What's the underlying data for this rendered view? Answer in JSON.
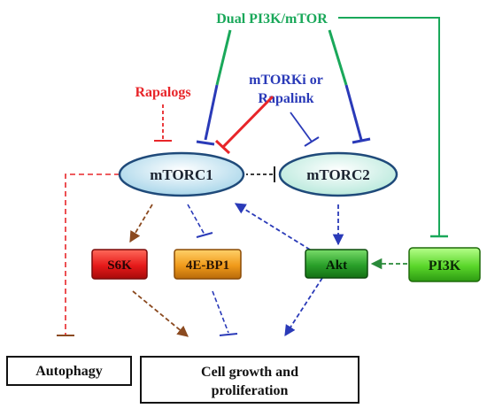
{
  "inhibitors": {
    "dual": "Dual PI3K/mTOR",
    "rapalogs": "Rapalogs",
    "mtorki_line1": "mTORKi or",
    "mtorki_line2": "Rapalink"
  },
  "nodes": {
    "mtorc1": "mTORC1",
    "mtorc2": "mTORC2",
    "s6k": "S6K",
    "eif4ebp1": "4E-BP1",
    "akt": "Akt",
    "pi3k": "PI3K"
  },
  "outcomes": {
    "autophagy": "Autophagy",
    "growth_line1": "Cell growth and",
    "growth_line2": "proliferation"
  },
  "colors": {
    "dual": "#1aa85a",
    "rapalogs": "#e8262a",
    "mtorki": "#2a3ab8",
    "mtorc_fill_top": "#ffffff",
    "mtorc1_fill": "#b7dfee",
    "mtorc2_fill": "#c8eee4",
    "mtorc_border": "#1f4a7a",
    "s6k": "#e62020",
    "eif4ebp1": "#f0a020",
    "akt": "#2aa02a",
    "pi3k": "#55d62a",
    "brown": "#8b4a20",
    "blue": "#2a3ab8",
    "green": "#2a8a3a",
    "dark": "#222222"
  }
}
